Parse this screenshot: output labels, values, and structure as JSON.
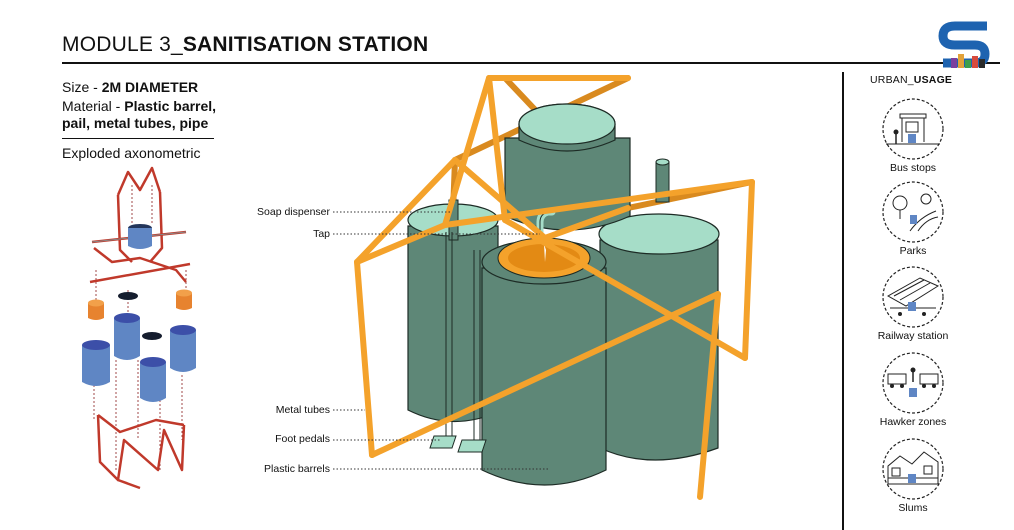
{
  "header": {
    "title_prefix": "MODULE 3_",
    "title_bold": "SANITISATION STATION"
  },
  "specs": {
    "size_label": "Size - ",
    "size_value": "2M DIAMETER",
    "material_label": "Material - ",
    "material_value_line1": "Plastic barrel,",
    "material_value_line2": "pail, metal tubes, pipe",
    "view_label": "Exploded axonometric"
  },
  "callouts": {
    "soap": "Soap dispenser",
    "tap": "Tap",
    "tubes": "Metal tubes",
    "pedals": "Foot pedals",
    "barrels": "Plastic barrels"
  },
  "usage": {
    "heading_prefix": "URBAN_",
    "heading_bold": "USAGE",
    "items": [
      {
        "label": "Bus stops",
        "icon": "bus-stop-icon"
      },
      {
        "label": "Parks",
        "icon": "park-icon"
      },
      {
        "label": "Railway station",
        "icon": "train-icon"
      },
      {
        "label": "Hawker zones",
        "icon": "hawker-icon"
      },
      {
        "label": "Slums",
        "icon": "slum-icon"
      }
    ]
  },
  "colors": {
    "barrel": "#5e8777",
    "barrel_lid": "#a6ddc8",
    "frame": "#f4a22b",
    "exploded_blue": "#5f86c4",
    "exploded_orange": "#e7832f",
    "exploded_frame": "#c0392b",
    "logo_blue": "#1e63b0"
  }
}
